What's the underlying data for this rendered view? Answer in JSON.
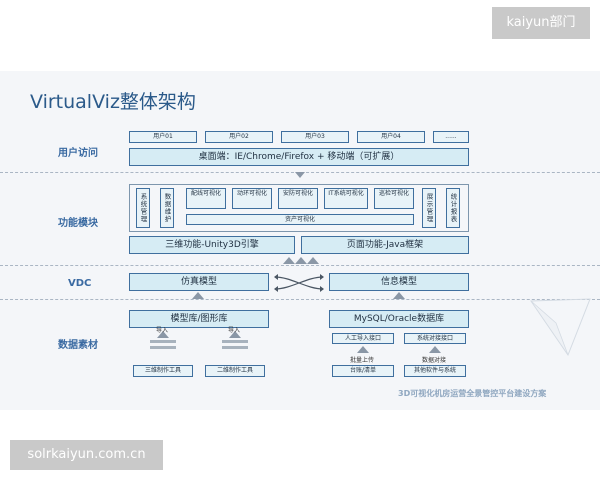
{
  "watermark_top_right": "kaiyun部门",
  "watermark_bottom_left": "solrkaiyun.com.cn",
  "title": "VirtualViz整体架构",
  "rows": {
    "user_access": "用户访问",
    "modules": "功能模块",
    "vdc": "VDC",
    "materials": "数据素材"
  },
  "users": [
    "用户01",
    "用户02",
    "用户03",
    "用户04"
  ],
  "users_more": "......",
  "desktop": "桌面端：IE/Chrome/Firefox + 移动端（可扩展）",
  "left_modules": [
    "系统管理",
    "数据维护"
  ],
  "viz_modules": [
    "配线可视化",
    "动环可视化",
    "安防可视化",
    "IT系统可视化",
    "巡检可视化"
  ],
  "asset_viz": "资产可视化",
  "right_modules": [
    "展示管理",
    "统计报表"
  ],
  "engine_3d": "三维功能-Unity3D引擎",
  "engine_page": "页面功能-Java框架",
  "vdc_left": "仿真模型",
  "vdc_right": "信息模型",
  "model_lib": "模型库/图形库",
  "db_lib": "MySQL/Oracle数据库",
  "import_label_1": "导入",
  "import_label_2": "导入",
  "tool_3d": "三维制作工具",
  "tool_2d": "二维制作工具",
  "manual_import": "人工导入接口",
  "system_import": "系统对接接口",
  "batch_upload": "批量上传",
  "data_link": "数据对接",
  "source_ledger": "台账/清单",
  "source_other": "其他软件与系统",
  "footer": "3D可视化机房运营全景管控平台建设方案"
}
